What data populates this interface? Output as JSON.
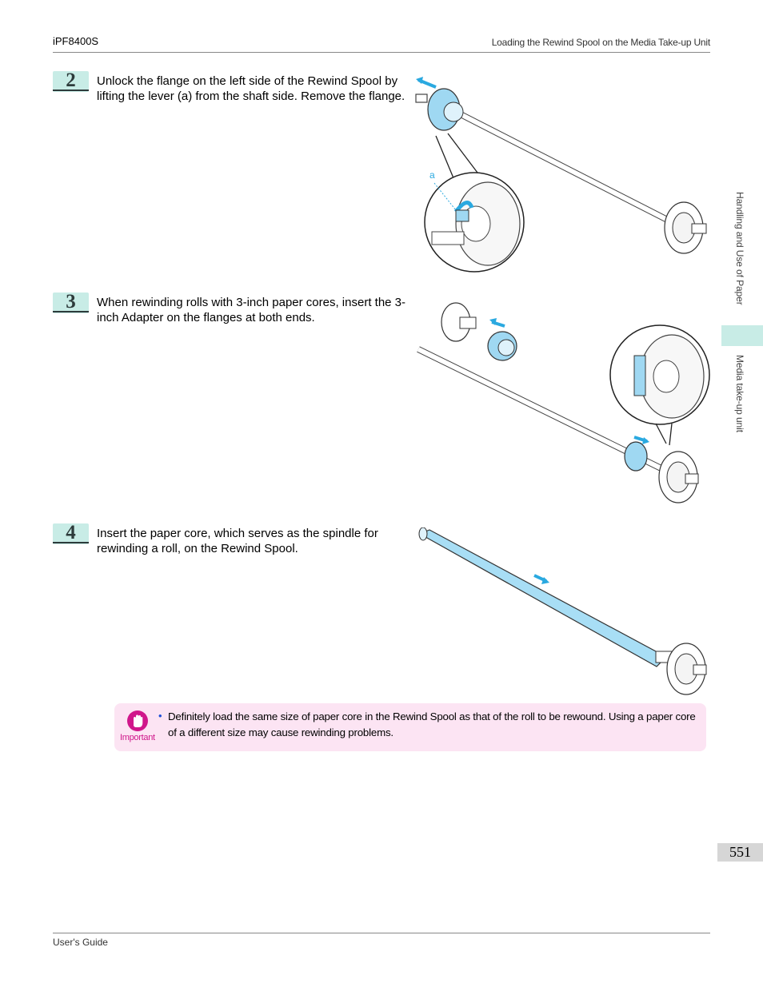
{
  "header": {
    "model": "iPF8400S",
    "section": "Loading the Rewind Spool on the Media Take-up Unit"
  },
  "steps": [
    {
      "number": "2",
      "text": "Unlock the flange on the left side of the Rewind Spool by lifting the lever (a) from the shaft side. Remove the flange.",
      "callout": "a"
    },
    {
      "number": "3",
      "text": "When rewinding rolls with 3-inch paper cores, insert the 3-inch Adapter on the flanges at both ends."
    },
    {
      "number": "4",
      "text": "Insert the paper core, which serves as the spindle for rewinding a roll, on the Rewind Spool."
    }
  ],
  "important": {
    "label": "Important",
    "bullet": "•",
    "text": "Definitely load the same size of paper core in the Rewind Spool as that of the roll to be rewound. Using a paper core of a different size may cause rewinding problems."
  },
  "side_tabs": {
    "chapter": "Handling and Use of Paper",
    "section": "Media take-up unit"
  },
  "page_number": "551",
  "footer": {
    "text": "User's Guide"
  },
  "colors": {
    "accent": "#c8ece6",
    "illustration_blue": "#5bc0e8",
    "important_pink": "#d0178b"
  }
}
